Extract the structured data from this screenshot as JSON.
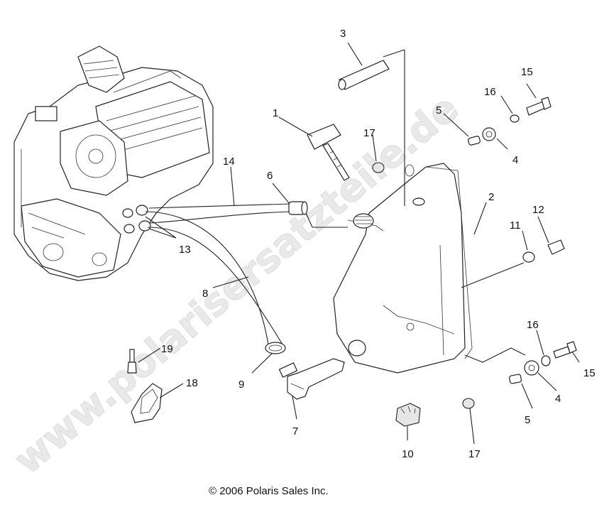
{
  "watermark": "www.polarisersatzteile.de",
  "copyright": "© 2006 Polaris Sales Inc.",
  "callouts": [
    {
      "id": "c1",
      "label": "1"
    },
    {
      "id": "c2",
      "label": "2"
    },
    {
      "id": "c3",
      "label": "3"
    },
    {
      "id": "c4a",
      "label": "4"
    },
    {
      "id": "c4b",
      "label": "4"
    },
    {
      "id": "c5a",
      "label": "5"
    },
    {
      "id": "c5b",
      "label": "5"
    },
    {
      "id": "c6",
      "label": "6"
    },
    {
      "id": "c7",
      "label": "7"
    },
    {
      "id": "c8",
      "label": "8"
    },
    {
      "id": "c9",
      "label": "9"
    },
    {
      "id": "c10",
      "label": "10"
    },
    {
      "id": "c11",
      "label": "11"
    },
    {
      "id": "c12",
      "label": "12"
    },
    {
      "id": "c13",
      "label": "13"
    },
    {
      "id": "c14",
      "label": "14"
    },
    {
      "id": "c15a",
      "label": "15"
    },
    {
      "id": "c15b",
      "label": "15"
    },
    {
      "id": "c16a",
      "label": "16"
    },
    {
      "id": "c16b",
      "label": "16"
    },
    {
      "id": "c17a",
      "label": "17"
    },
    {
      "id": "c17b",
      "label": "17"
    },
    {
      "id": "c18",
      "label": "18"
    },
    {
      "id": "c19",
      "label": "19"
    }
  ]
}
